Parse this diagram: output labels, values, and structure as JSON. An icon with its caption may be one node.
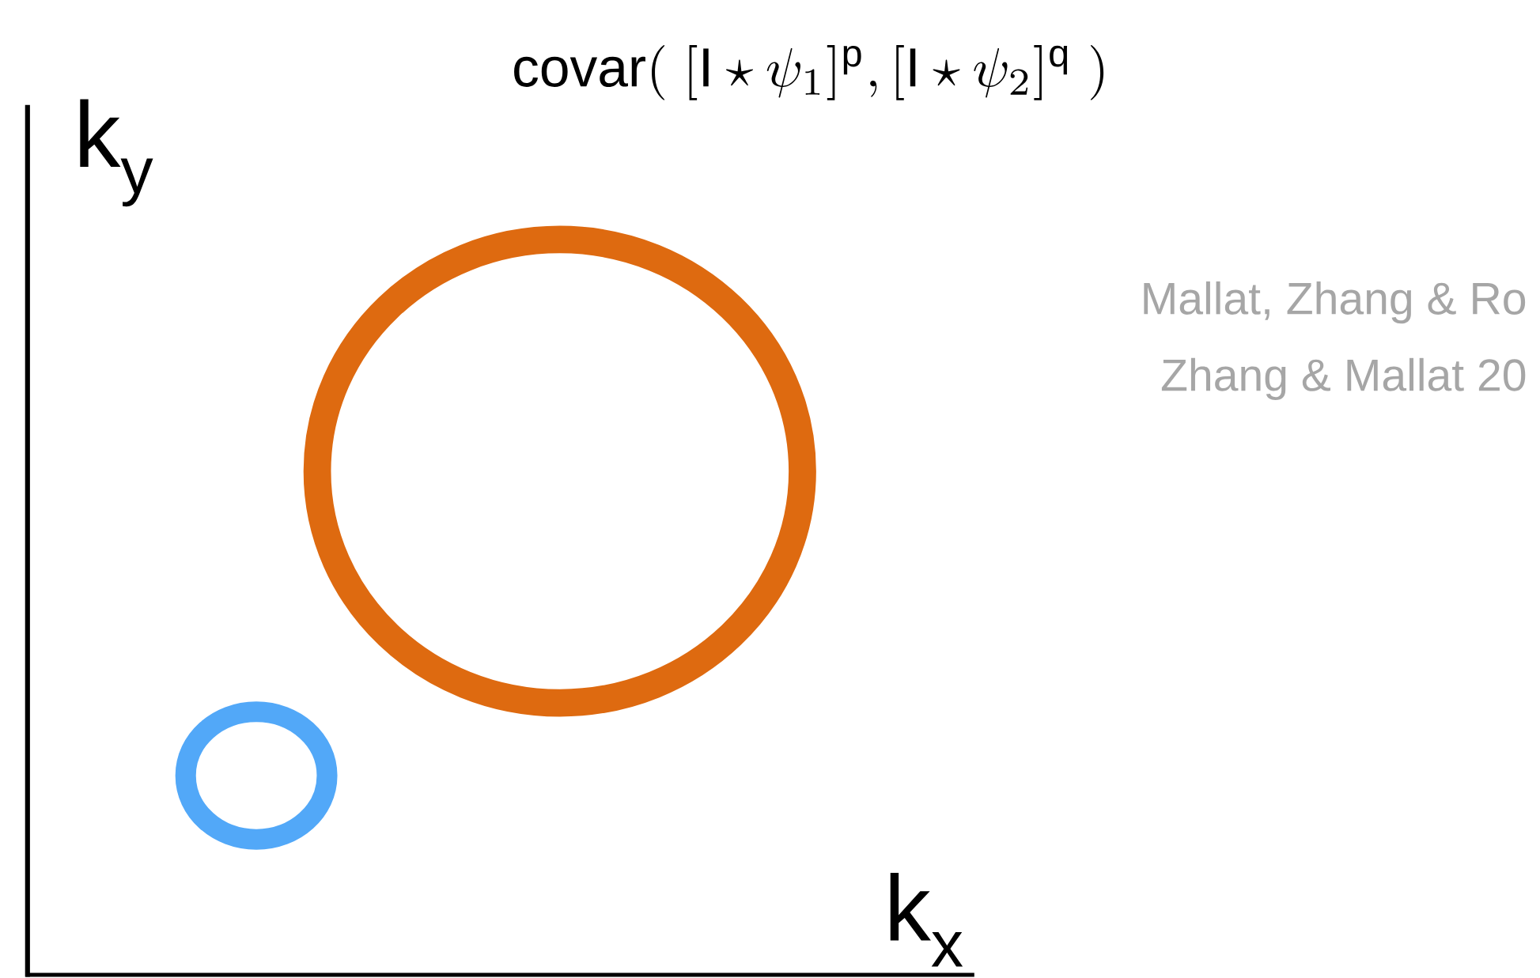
{
  "diagram": {
    "title": "\\mathrm{covar}(\\;[\\mathrm{I} \\star \\psi_1]^{\\mathrm{p}} , [\\mathrm{I} \\star \\psi_2]^{\\mathrm{q}}\\;)",
    "nodes": [
      {
        "text": [],
        "shape": "circle"
      },
      {
        "text": [],
        "shape": "circle"
      }
    ],
    "labels": [
      "k$_{y}$",
      "k$_{x}$",
      "Mallat, Zhang & Ro",
      "Zhang & Mallat 20"
    ]
  }
}
